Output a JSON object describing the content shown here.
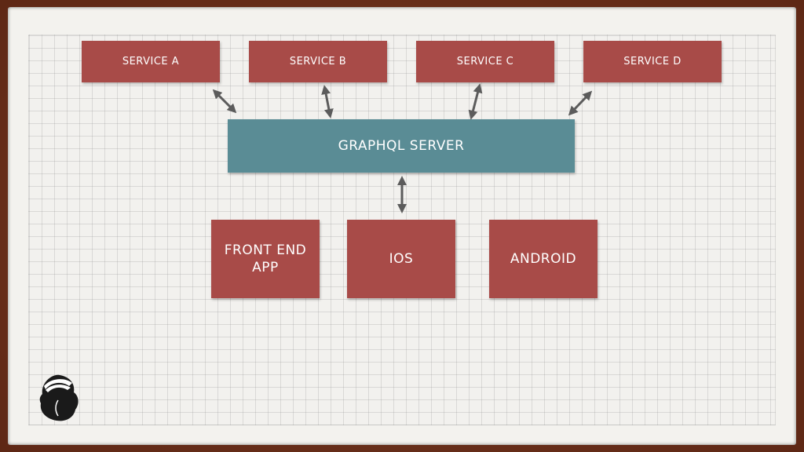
{
  "colors": {
    "service": "#a84b48",
    "server": "#5a8c95",
    "client": "#a84b48",
    "arrow": "#5c5c5c",
    "paper": "#f3f2ee",
    "frame": "#6b2e1a"
  },
  "services": [
    {
      "label": "SERVICE A"
    },
    {
      "label": "SERVICE B"
    },
    {
      "label": "SERVICE C"
    },
    {
      "label": "SERVICE D"
    }
  ],
  "server": {
    "label": "GRAPHQL SERVER"
  },
  "clients": [
    {
      "label": "FRONT END\nAPP"
    },
    {
      "label": "IOS"
    },
    {
      "label": "ANDROID"
    }
  ],
  "logo": {
    "icon": "badger-icon"
  }
}
